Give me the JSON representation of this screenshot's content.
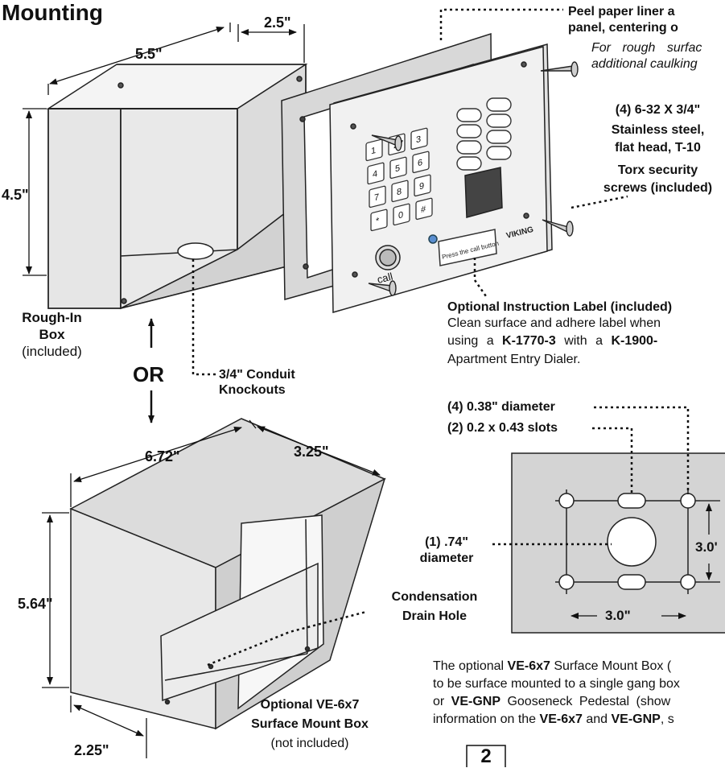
{
  "title": "Mounting",
  "page_number": "2",
  "rough_in_box": {
    "dim_width": "5.5\"",
    "dim_depth": "2.5\"",
    "dim_height": "4.5\"",
    "label_line1": "Rough-In",
    "label_line2": "Box",
    "label_line3": "(included)"
  },
  "conduit": {
    "line1": "3/4\" Conduit",
    "line2": "Knockouts"
  },
  "or_label": "OR",
  "peel_note": {
    "line1": "Peel paper liner a",
    "line2": "panel, centering o",
    "line3": "For rough surfac",
    "line4": "additional caulking"
  },
  "screws": {
    "line1": "(4) 6-32 X 3/4\"",
    "line2": "Stainless steel,",
    "line3": "flat head, T-10",
    "line4": "Torx security",
    "line5": "screws (included)"
  },
  "keypad_keys": [
    "1",
    "2",
    "3",
    "4",
    "5",
    "6",
    "7",
    "8",
    "9",
    "*",
    "0",
    "#"
  ],
  "call_button_label": "call",
  "label_strip_text": "Press the call button",
  "instruction_label": {
    "heading": "Optional Instruction Label (included)",
    "line1": "Clean surface and adhere label when",
    "line2_pre": "using a ",
    "line2_bold1": "K-1770-3",
    "line2_mid": " with a ",
    "line2_bold2": "K-1900-",
    "line3": "Apartment Entry Dialer."
  },
  "holes": {
    "diameter_line": "(4) 0.38\" diameter",
    "slots_line": "(2) 0.2 x 0.43 slots",
    "center_line1": "(1) .74\"",
    "center_line2": "diameter",
    "dim_horizontal": "3.0\"",
    "dim_vertical": "3.0'"
  },
  "surface_box": {
    "dim_width": "6.72\"",
    "dim_depth": "3.25\"",
    "dim_height": "5.64\"",
    "dim_bottom": "2.25\"",
    "drain_line1": "Condensation",
    "drain_line2": "Drain Hole",
    "label_line1": "Optional VE-6x7",
    "label_line2": "Surface Mount Box",
    "label_line3": "(not included)"
  },
  "bottom_text": {
    "line1_pre": "The optional ",
    "line1_bold": "VE-6x7",
    "line1_post": " Surface Mount Box (",
    "line2": "to be surface mounted to a single gang box",
    "line3_pre": "or ",
    "line3_bold": "VE-GNP",
    "line3_post": " Gooseneck Pedestal (show",
    "line4_pre": "information on the ",
    "line4_bold1": "VE-6x7",
    "line4_mid": " and ",
    "line4_bold2": "VE-GNP",
    "line4_post": ", s"
  }
}
